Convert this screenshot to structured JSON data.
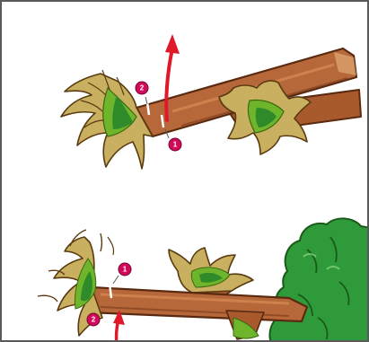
{
  "figure": {
    "panels": [
      {
        "id": "top",
        "markers": [
          {
            "label": "2",
            "color": "#d10a5a"
          },
          {
            "label": "1",
            "color": "#d10a5a"
          }
        ],
        "arrow_color": "#e0182a"
      },
      {
        "id": "bottom",
        "markers": [
          {
            "label": "1",
            "color": "#d10a5a"
          },
          {
            "label": "2",
            "color": "#d10a5a"
          }
        ],
        "arrow_color": "#e0182a"
      }
    ],
    "colors": {
      "bark": "#b6683a",
      "bark_dark": "#6b3417",
      "foliage_light": "#a6c83a",
      "foliage_dark": "#2f8b2a",
      "tree_crown": "#2f9a3a",
      "outline": "#5a5a5a"
    }
  }
}
